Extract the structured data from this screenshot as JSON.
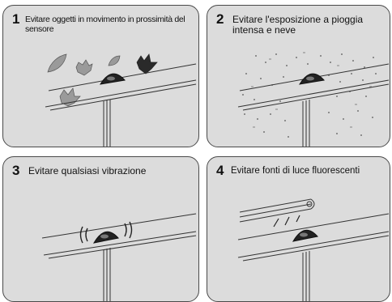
{
  "panels": [
    {
      "number": "1",
      "text": "Evitare oggetti in movimento in prossimità del sensore",
      "icon": "falling-leaves"
    },
    {
      "number": "2",
      "text": "Evitare l'esposizione a pioggia intensa e neve",
      "icon": "rain-snow"
    },
    {
      "number": "3",
      "text": "Evitare qualsiasi vibrazione",
      "icon": "vibration"
    },
    {
      "number": "4",
      "text": "Evitare fonti di luce fluorescenti",
      "icon": "fluorescent-lamp"
    }
  ],
  "colors": {
    "panel_bg": "#dcdcdc",
    "border": "#4a4a4a",
    "dome": "#222222"
  }
}
